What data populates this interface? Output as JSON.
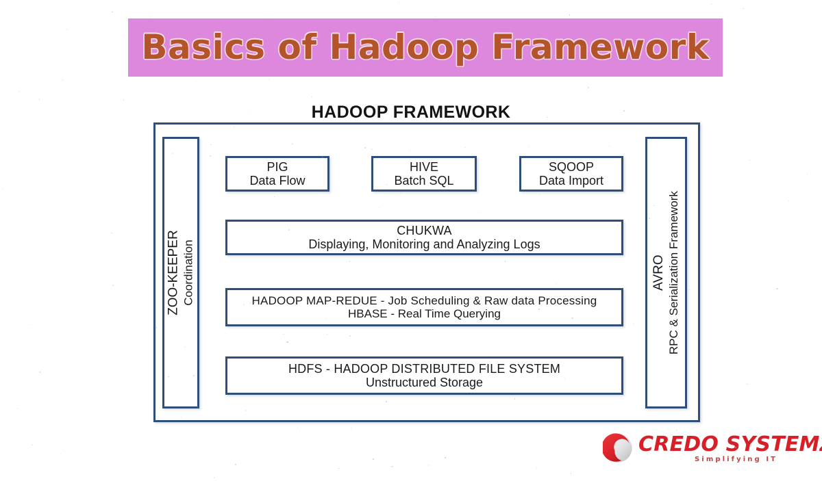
{
  "title_banner": {
    "text": "Basics of Hadoop Framework",
    "background_color": "#dd87dd",
    "text_color": "#b4542b",
    "outline_color": "#f6dcea"
  },
  "diagram": {
    "heading": "HADOOP FRAMEWORK",
    "border_color": "#2f4f7a",
    "background_color": "#ffffff",
    "left_pillar": {
      "line1": "ZOO-KEEPER",
      "line2": "Coordination"
    },
    "right_pillar": {
      "line1": "AVRO",
      "line2": "RPC & Serialization Framework"
    },
    "top_row": [
      {
        "line1": "PIG",
        "line2": "Data Flow"
      },
      {
        "line1": "HIVE",
        "line2": "Batch SQL"
      },
      {
        "line1": "SQOOP",
        "line2": "Data Import"
      }
    ],
    "chukwa": {
      "line1": "CHUKWA",
      "line2": "Displaying, Monitoring and Analyzing Logs"
    },
    "mapreduce": {
      "line1": "HADOOP MAP-REDUE - Job Scheduling & Raw data Processing",
      "line2": "HBASE - Real Time Querying"
    },
    "hdfs": {
      "line1": "HDFS - HADOOP DISTRIBUTED FILE SYSTEM",
      "line2": "Unstructured Storage"
    }
  },
  "logo": {
    "wordmark": "CREDO SYSTEMZ",
    "tagline": "Simplifying IT",
    "mark_color": "#d81f27",
    "text_color": "#d81f27",
    "tagline_color": "#c8413c"
  }
}
